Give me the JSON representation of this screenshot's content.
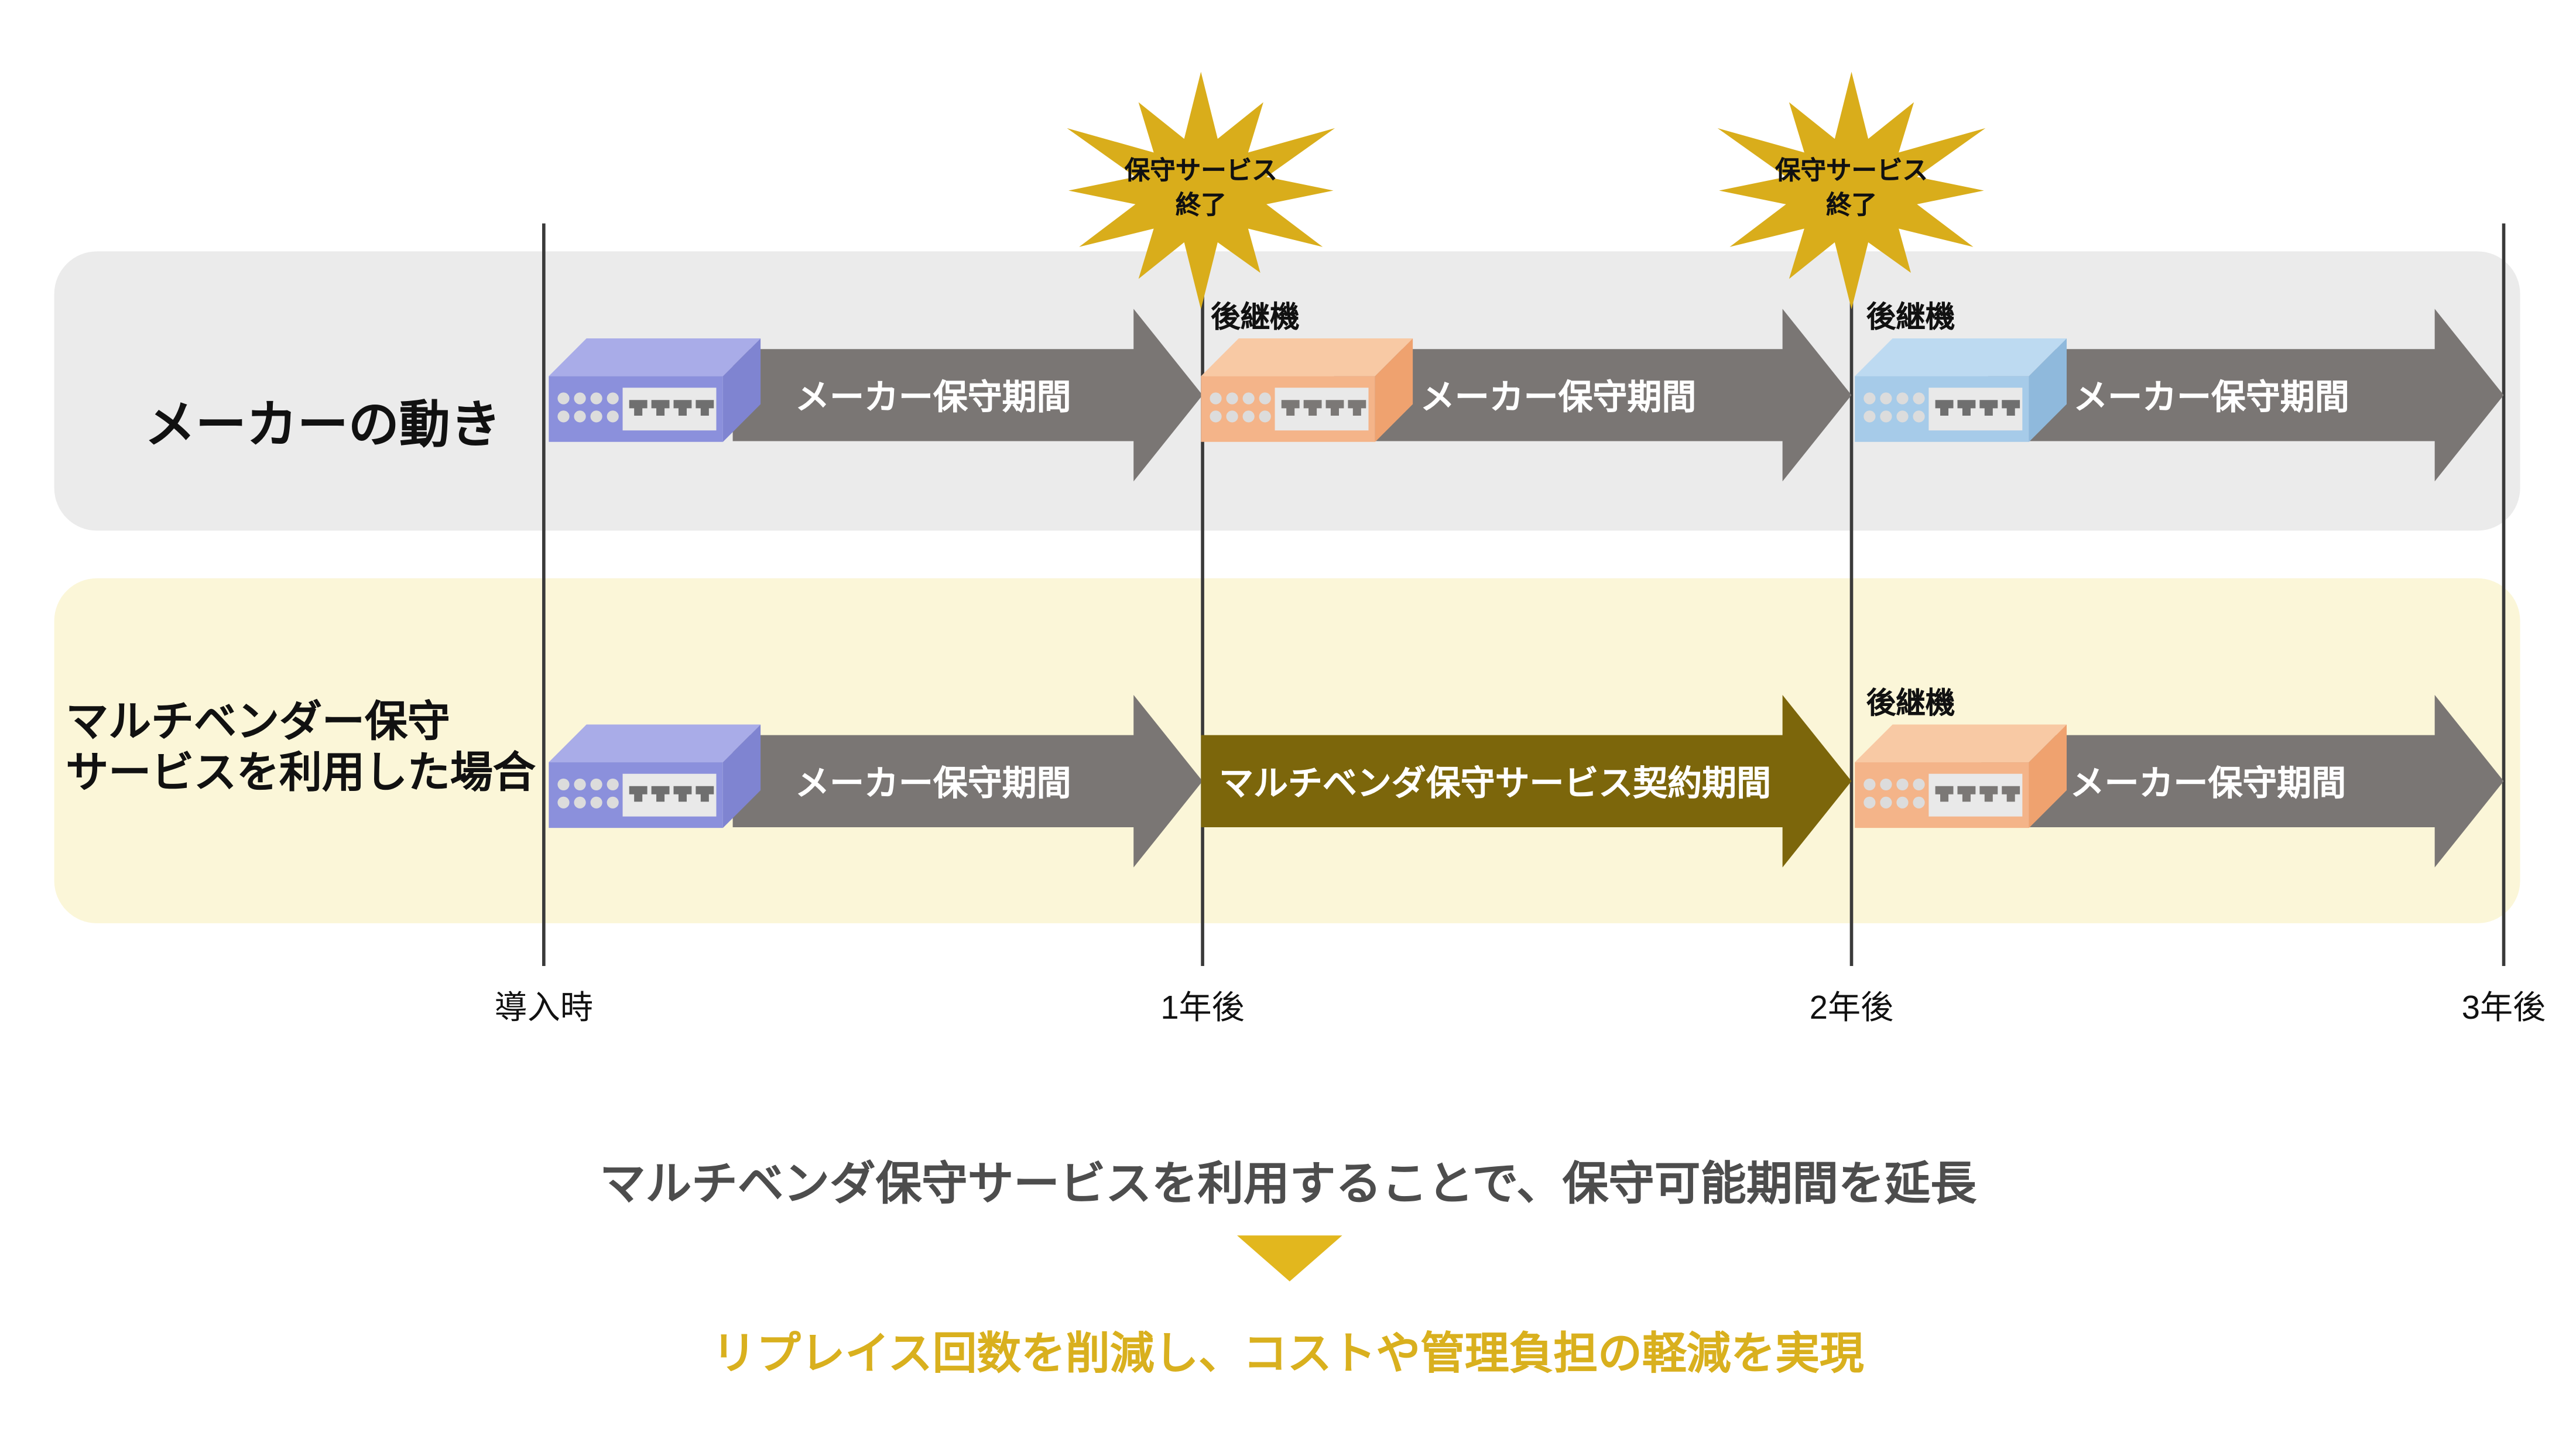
{
  "rows": {
    "maker": {
      "label": "メーカーの動き",
      "period1": "メーカー保守期間",
      "period2": "メーカー保守期間",
      "period3": "メーカー保守期間",
      "successor1": "後継機",
      "successor2": "後継機"
    },
    "multivendor": {
      "label_line1": "マルチベンダー保守",
      "label_line2": "サービスを利用した場合",
      "period1": "メーカー保守期間",
      "contract_period": "マルチベンダ保守サービス契約期間",
      "period3": "メーカー保守期間",
      "successor": "後継機"
    }
  },
  "starbursts": {
    "first": {
      "line1": "保守サービス",
      "line2": "終了"
    },
    "second": {
      "line1": "保守サービス",
      "line2": "終了"
    }
  },
  "axis_labels": {
    "t0": "導入時",
    "t1": "1年後",
    "t2": "2年後",
    "t3": "3年後"
  },
  "footer": {
    "headline": "マルチベンダ保守サービスを利用することで、保守可能期間を延長",
    "result": "リプレイス回数を削減し、コストや管理負担の軽減を実現"
  },
  "colors": {
    "maker_band_bg": "#ebebeb",
    "multivendor_band_bg": "#fbf6d8",
    "maintenance_arrow": "#7a7674",
    "contract_arrow": "#7c660b",
    "starburst": "#d9ad1b",
    "headline_text": "#4d4d4d",
    "result_text": "#d9b01e",
    "device_purple": "#8b90dc",
    "device_orange": "#f4b489",
    "device_blue": "#a6cbe9"
  }
}
